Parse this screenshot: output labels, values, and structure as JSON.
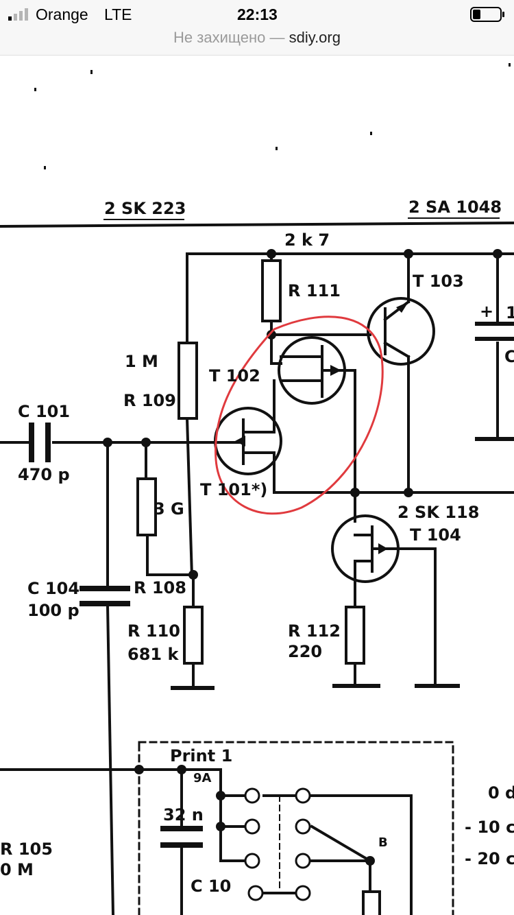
{
  "status_bar": {
    "carrier": "Orange",
    "network": "LTE",
    "time": "22:13",
    "icons": [
      "signal-bars-icon",
      "battery-icon"
    ]
  },
  "url_bar": {
    "security_text": "Не захищено —",
    "domain": "sdiy.org"
  },
  "schematic": {
    "labels": {
      "t101_part": "2 SK 223",
      "t103_part": "2 SA 1048",
      "r111_value": "2 k 7",
      "r111": "R 111",
      "t103": "T 103",
      "c101": "C 101",
      "c101_value": "470 p",
      "r109_value": "1 M",
      "r109": "R 109",
      "t102": "T 102",
      "t101": "T 101*)",
      "r108_value": "3 G",
      "r108": "R 108",
      "t104_part": "2 SK 118",
      "t104": "T 104",
      "c104": "C 104",
      "c104_value": "100 p",
      "r110": "R 110",
      "r110_value": "681 k",
      "r112": "R 112",
      "r112_value": "220",
      "print": "Print 1",
      "c10_value": "32 n",
      "c10": "C 10",
      "r105": "R 105",
      "r105_value": "0 M",
      "level_0": "0 d",
      "level_10": "- 10 c",
      "level_20": "- 20 c",
      "pin_label": "9A",
      "switch_label": "B",
      "cap_c": "C",
      "cap_plus": "+",
      "cap_value_partial": "1"
    },
    "highlight_color": "#e03a3e"
  }
}
